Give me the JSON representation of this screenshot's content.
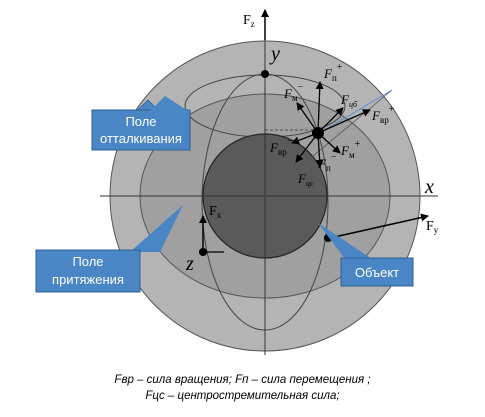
{
  "axes": {
    "y": "y",
    "x": "x",
    "z": "z",
    "fz_base": "F",
    "fz_sub": "z",
    "fx_base": "F",
    "fx_sub": "x",
    "fy_base": "F",
    "fy_sub": "y"
  },
  "forces": {
    "f_p_plus": {
      "base": "F",
      "sub": "п",
      "sup": "+"
    },
    "f_m_minus": {
      "base": "F",
      "sub": "м",
      "sup": "−"
    },
    "f_cb": {
      "base": "F",
      "sub": "цб"
    },
    "f_vr_plus": {
      "base": "F",
      "sub": "вр",
      "sup": "+"
    },
    "f_vr_minus": {
      "base": "F",
      "sub": "вр",
      "sup": "−"
    },
    "f_m_plus": {
      "base": "F",
      "sub": "м",
      "sup": "+"
    },
    "f_p_minus": {
      "base": "F",
      "sub": "п",
      "sup": "−"
    },
    "f_cs": {
      "base": "F",
      "sub": "цс"
    }
  },
  "callouts": {
    "repulsion": {
      "line1": "Поле",
      "line2": "отталкивания"
    },
    "attraction": {
      "line1": "Поле",
      "line2": "притяжения"
    },
    "object": {
      "line1": "Объект"
    }
  },
  "caption": {
    "line1": "Fвр – сила вращения;  Fп – сила перемещения ;",
    "line2": "Fцс – центростремительная сила;"
  },
  "colors": {
    "outer_sphere": "#b4b4b4",
    "inner_sphere": "#9c9c9c",
    "core": "#5a5a5a",
    "callout": "#4a86c5"
  }
}
